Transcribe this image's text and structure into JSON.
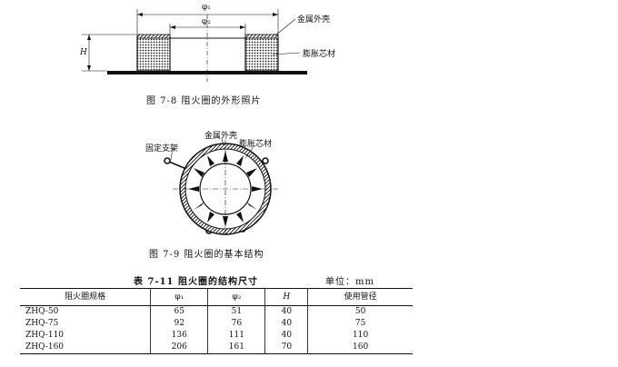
{
  "figure_7_8": {
    "phi1": "φ₁",
    "phi2": "φ₂",
    "h": "H",
    "label_shell": "金属外壳",
    "label_core": "膨胀芯材",
    "caption": "图 7-8   阻火圈的外形照片"
  },
  "figure_7_9": {
    "label_shell": "金属外壳",
    "label_core": "膨胀芯材",
    "label_bracket": "固定支架",
    "caption": "图 7-9   阻火圈的基本结构"
  },
  "table_7_11": {
    "title": "表 7-11   阻火圈的结构尺寸",
    "unit": "单位：mm",
    "headers": [
      "阻火圈规格",
      "φ₁",
      "φ₂",
      "H",
      "使用管径"
    ],
    "rows": [
      [
        "ZHQ-50",
        "65",
        "51",
        "40",
        "50"
      ],
      [
        "ZHQ-75",
        "92",
        "76",
        "40",
        "75"
      ],
      [
        "ZHQ-110",
        "136",
        "111",
        "40",
        "110"
      ],
      [
        "ZHQ-160",
        "206",
        "161",
        "70",
        "160"
      ]
    ]
  }
}
